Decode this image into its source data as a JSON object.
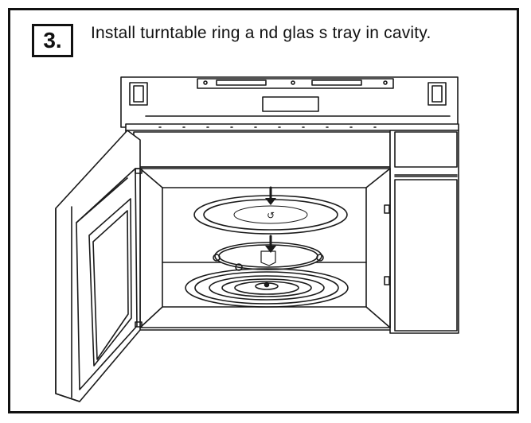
{
  "step": {
    "number": "3.",
    "instruction": "Install turntable ring a nd glas s tray  in  cavity."
  },
  "illustration": {
    "subject": "open microwave oven with turntable ring and glass tray",
    "line_color": "#1a1a1a"
  }
}
